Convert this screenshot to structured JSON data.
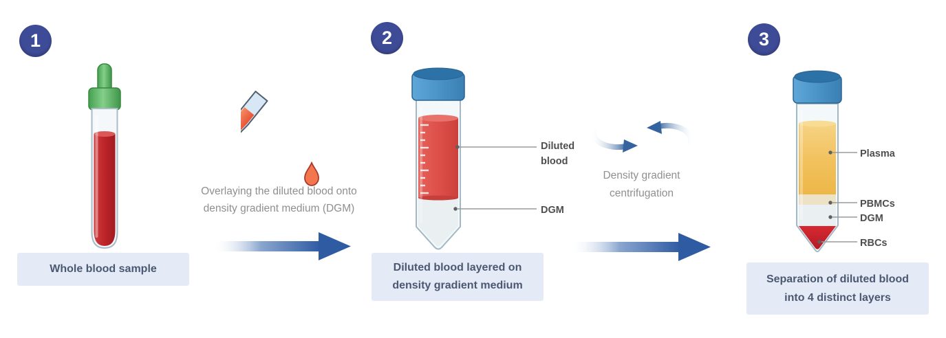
{
  "title": "PBMC isolation by density gradient centrifugation (3 steps)",
  "steps": [
    {
      "number": "1",
      "caption_lines": [
        "Whole blood sample"
      ]
    },
    {
      "number": "2",
      "caption_lines": [
        "Diluted blood layered on",
        "density gradient medium"
      ],
      "labels": {
        "diluted_line1": "Diluted",
        "diluted_line2": "blood",
        "dgm": "DGM"
      }
    },
    {
      "number": "3",
      "caption_lines": [
        "Separation of diluted blood",
        "into 4 distinct layers"
      ],
      "labels": {
        "plasma": "Plasma",
        "pbmcs": "PBMCs",
        "dgm": "DGM",
        "rbcs": "RBCs"
      }
    }
  ],
  "transitions": [
    {
      "lines": [
        "Overlaying the diluted blood onto",
        "density gradient medium (DGM)"
      ]
    },
    {
      "lines": [
        "Density gradient",
        "centrifugation"
      ]
    }
  ],
  "colors": {
    "badge": "#3e4b96",
    "caption_bg": "#e5ebf6",
    "caption_text": "#4b5871",
    "muted_text": "#8f8f8f",
    "label_text": "#4e4e4e",
    "arrow_blue": "#2f5ba3",
    "whole_blood_red": "#bf2629",
    "diluted_blood_red": "#de4f49",
    "plasma_yellow": "#f2c25f",
    "pbmc_beige": "#eee2c6",
    "dgm_white": "#eaeff1",
    "rbc_red": "#cd2130",
    "falcon_cap_blue": "#4a94c8",
    "tube_cap_green": "#4ea758"
  }
}
